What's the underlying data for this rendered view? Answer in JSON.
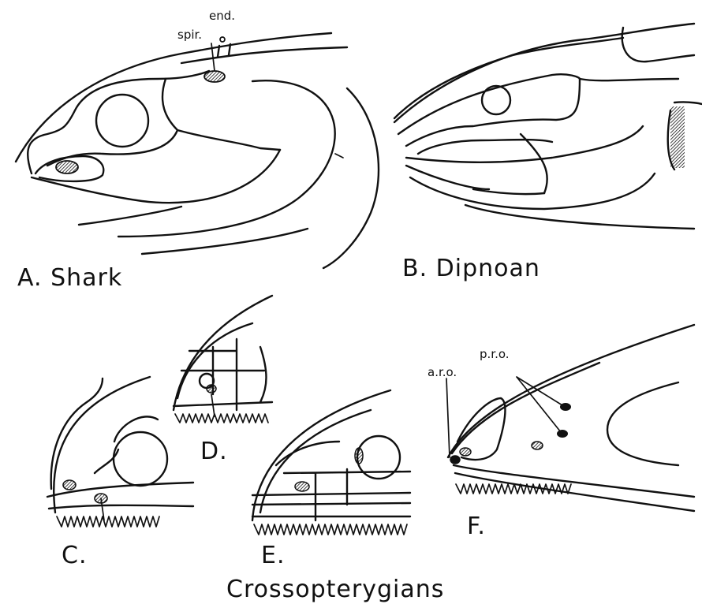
{
  "panels": {
    "a": {
      "caption": "A. Shark",
      "spir": "spir.",
      "end": "end."
    },
    "b": {
      "caption": "B. Dipnoan"
    },
    "c": {
      "caption": "C."
    },
    "d": {
      "caption": "D."
    },
    "e": {
      "caption": "E."
    },
    "f": {
      "caption": "F.",
      "aro": "a.r.o.",
      "pro": "p.r.o."
    }
  },
  "group_label": "Crossopterygians"
}
